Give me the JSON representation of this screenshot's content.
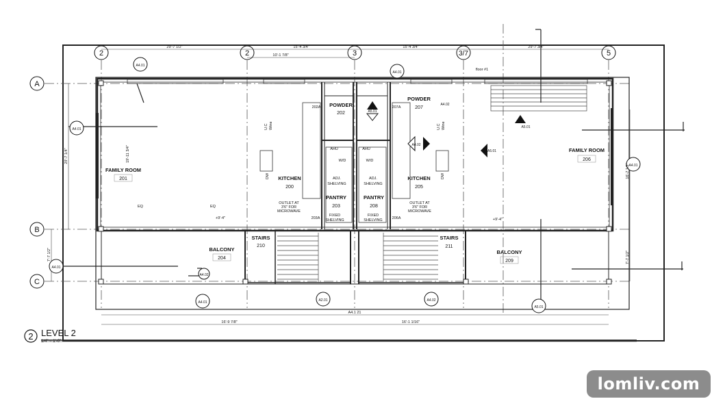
{
  "drawing": {
    "title": "LEVEL 2",
    "view_number": "2",
    "scale": "1/4\" = 1'-0\"",
    "grid_columns": [
      "2",
      "2",
      "3",
      "3/7",
      "5"
    ],
    "grid_rows": [
      "A",
      "B",
      "C"
    ]
  },
  "rooms": [
    {
      "name": "FAMILY ROOM",
      "number": "201"
    },
    {
      "name": "POWDER",
      "number": "202"
    },
    {
      "name": "PANTRY",
      "number": "203"
    },
    {
      "name": "KITCHEN",
      "number": "200"
    },
    {
      "name": "BALCONY",
      "number": "204"
    },
    {
      "name": "STAIRS",
      "number": "210"
    },
    {
      "name": "PANTRY",
      "number": "208"
    },
    {
      "name": "KITCHEN",
      "number": "205"
    },
    {
      "name": "POWDER",
      "number": "207"
    },
    {
      "name": "FAMILY ROOM",
      "number": "206"
    },
    {
      "name": "STAIRS",
      "number": "211"
    },
    {
      "name": "BALCONY",
      "number": "209"
    }
  ],
  "notes": {
    "outlet_left": [
      "OUTLET AT",
      "3'6\" FOR",
      "MICROWAVE"
    ],
    "outlet_right": [
      "OUTLET AT",
      "3'6\" FOR",
      "MICROWAVE"
    ],
    "adj_shelving": [
      "ADJ.",
      "SHELVING"
    ],
    "fixed_shelving": [
      "FIXED",
      "SHELVING"
    ],
    "ahu": "AHU",
    "dw": "DW",
    "eq": "EQ",
    "uc": "U.C",
    "wine": "Wine",
    "wd": "W/D",
    "door_tags": [
      "202A",
      "207A",
      "203A",
      "206A"
    ],
    "elev_left": "+9'-4\"",
    "elev_right": "+9'-4\""
  },
  "dimensions": {
    "top_overall_left": "29'-7 1/2\"",
    "top_overall_mid": "15'-4 3/4\"",
    "top_overall_mid2": "15'-4 3/4\"",
    "top_overall_right": "29'-7 3/4\"",
    "top_sub": "10'-1 7/8\"",
    "bottom_left": "16'-9 7/8\"",
    "bottom_right": "16'-1 1/16\"",
    "bottom_center": "A4.1 21",
    "left_vertical": "29'-7 1/4\"",
    "left_inner": "19'-11 3/4\"",
    "right_vertical": "16'-7 1/2\"",
    "balcony_left": "7'-7 1/2\"",
    "balcony_right": "7'-7 1/2\""
  },
  "section_tags": [
    "A5.01",
    "A4.01",
    "A5.01",
    "A4.02",
    "A4.02",
    "A5.01",
    "A4.02",
    "A5.01",
    "A4.01",
    "A4.01",
    "A4.01",
    "A4.01",
    "A4.01",
    "A2.01"
  ],
  "floor_label": "floor #1",
  "watermark": "lomliv.com"
}
